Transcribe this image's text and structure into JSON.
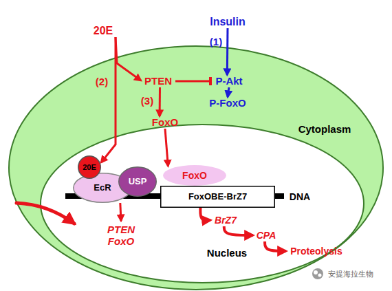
{
  "diagram": {
    "nodes": [
      {
        "text": [
          "20E"
        ]
      },
      {
        "text": [
          "Insulin"
        ]
      },
      {
        "text": [
          "Cytoplasm"
        ]
      },
      {
        "text": [
          "PTEN"
        ],
        "in": 2
      },
      {
        "text": [
          "P-Akt"
        ],
        "in": 2
      },
      {
        "text": [
          "P-FoxO"
        ],
        "in": 2
      },
      {
        "text": [
          "FoxO"
        ],
        "in": 2
      },
      {
        "text": [
          "Nucleus"
        ],
        "in": 2
      },
      {
        "text": [
          "20E"
        ],
        "in": 7
      },
      {
        "text": [
          "EcR"
        ],
        "in": 7
      },
      {
        "text": [
          "USP"
        ],
        "in": 7
      },
      {
        "text": [
          "FoxO"
        ],
        "in": 7
      },
      {
        "text": [
          "FoxOBE-BrZ7"
        ],
        "in": 7
      },
      {
        "text": [
          "PTEN FoxO"
        ],
        "in": 7
      },
      {
        "text": [
          "BrZ7"
        ],
        "in": 7
      },
      {
        "text": [
          "CPA"
        ],
        "in": 7
      },
      {
        "text": [
          "Proteolysis"
        ],
        "in": 7
      }
    ],
    "edges": [
      {
        "from": 1,
        "to": 4,
        "arrow": "to",
        "label": "(1)"
      },
      {
        "from": 0,
        "to": 8,
        "arrow": "to",
        "label": "(2)"
      },
      {
        "from": 0,
        "to": 3,
        "arrow": "to"
      },
      {
        "from": 3,
        "to": 4,
        "arrow": "to"
      },
      {
        "from": 4,
        "to": 5,
        "arrow": "to"
      },
      {
        "from": 3,
        "to": 6,
        "arrow": "to",
        "label": "(3)"
      },
      {
        "from": 6,
        "to": 11,
        "arrow": "to"
      },
      {
        "from": 9,
        "to": 13,
        "arrow": "to"
      },
      {
        "from": 12,
        "to": 14,
        "arrow": "to"
      },
      {
        "from": 14,
        "to": 15,
        "arrow": "to"
      },
      {
        "from": 15,
        "to": 16,
        "arrow": "to"
      }
    ],
    "labels": [
      "DNA",
      "安提海拉生物"
    ]
  }
}
